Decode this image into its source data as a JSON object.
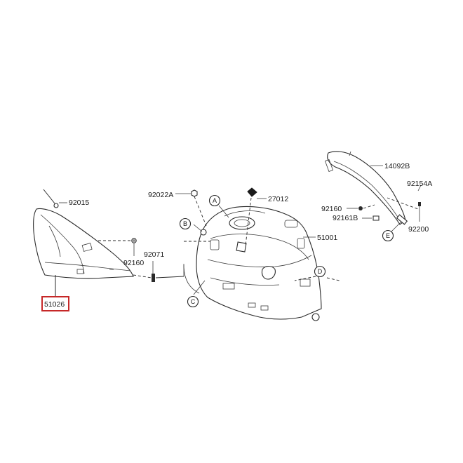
{
  "parts": {
    "side_cover": "51026",
    "fuel_tank": "51001",
    "grommet_top": "92015",
    "washer_left": "92160",
    "clip": "92071",
    "nut": "92022A",
    "label": "27012",
    "cover_right": "14092B",
    "bolt_right": "92154A",
    "washer_right": "92160",
    "damper": "92161B",
    "collar": "92200"
  },
  "callouts": {
    "a": "A",
    "b": "B",
    "c": "C",
    "d": "D",
    "e": "E"
  },
  "highlight_color": "#c62828"
}
